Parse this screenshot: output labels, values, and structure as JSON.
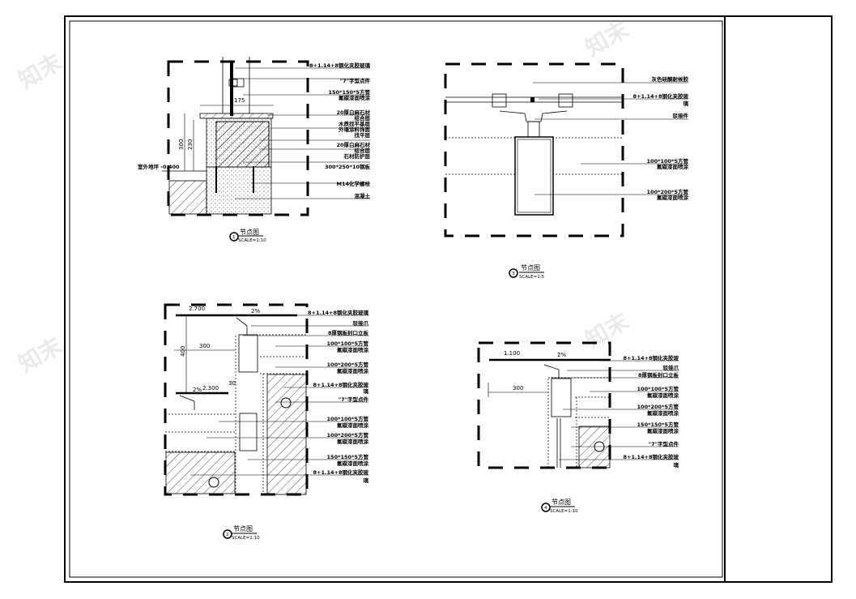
{
  "drawing": {
    "watermark": "知末",
    "detail1": {
      "title": "节点图",
      "number": "1",
      "scale": "SCALE=1:10",
      "dims": [
        "175",
        "300",
        "230"
      ],
      "level": "室外地坪 -0.400",
      "labels": [
        "8+1.14+8钢化夹胶玻璃",
        "\"7\"字型点件",
        "150*150*5方管",
        "氟碳漆面喷涂",
        "20厚白麻石材",
        "结合层",
        "木质找平基层",
        "外墙涂料饰面",
        "找平层",
        "20厚白麻石材",
        "结合层",
        "石材防护层",
        "300*250*10钢板",
        "M14化学螺栓",
        "混凝土"
      ]
    },
    "detail2": {
      "title": "节点图",
      "number": "2",
      "scale": "SCALE=1:10",
      "dims": [
        "2.700",
        "2%",
        "300",
        "400",
        "2%",
        "2.300",
        "30"
      ],
      "labels": [
        "8+1.14+8钢化夹胶玻璃",
        "驳接爪",
        "8厚钢板封口立板",
        "100*100*5方管",
        "氟碳漆面喷涂",
        "100*200*5方管",
        "氟碳漆面喷涂",
        "8+1.14+8钢化夹胶玻",
        "璃",
        "\"7\"字型点件",
        "100*100*5方管",
        "氟碳漆面喷涂",
        "100*200*5方管",
        "氟碳漆面喷涂",
        "150*150*5方管",
        "氟碳漆面喷涂",
        "8+1.14+8钢化夹胶玻",
        "璃"
      ]
    },
    "detail3": {
      "title": "节点图",
      "number": "3",
      "scale": "SCALE=1:5",
      "labels": [
        "灰色硅酮耐候胶",
        "8+1.14+8钢化夹胶玻",
        "璃",
        "驳接件",
        "100*100*5方管",
        "氟碳漆面喷涂",
        "100*200*5方管",
        "氟碳漆面喷涂"
      ]
    },
    "detail4": {
      "title": "节点图",
      "number": "4",
      "scale": "SCALE=1:10",
      "dims": [
        "1.100",
        "2%",
        "300"
      ],
      "labels": [
        "8+1.14+8钢化夹胶玻",
        "驳接爪",
        "8厚钢板封口立板",
        "100*100*5方管",
        "氟碳漆面喷涂",
        "100*200*5方管",
        "氟碳漆面喷涂",
        "150*150*5方管",
        "氟碳漆面喷涂",
        "\"7\"字型点件",
        "8+1.14+8钢化夹胶玻",
        "璃"
      ]
    }
  }
}
